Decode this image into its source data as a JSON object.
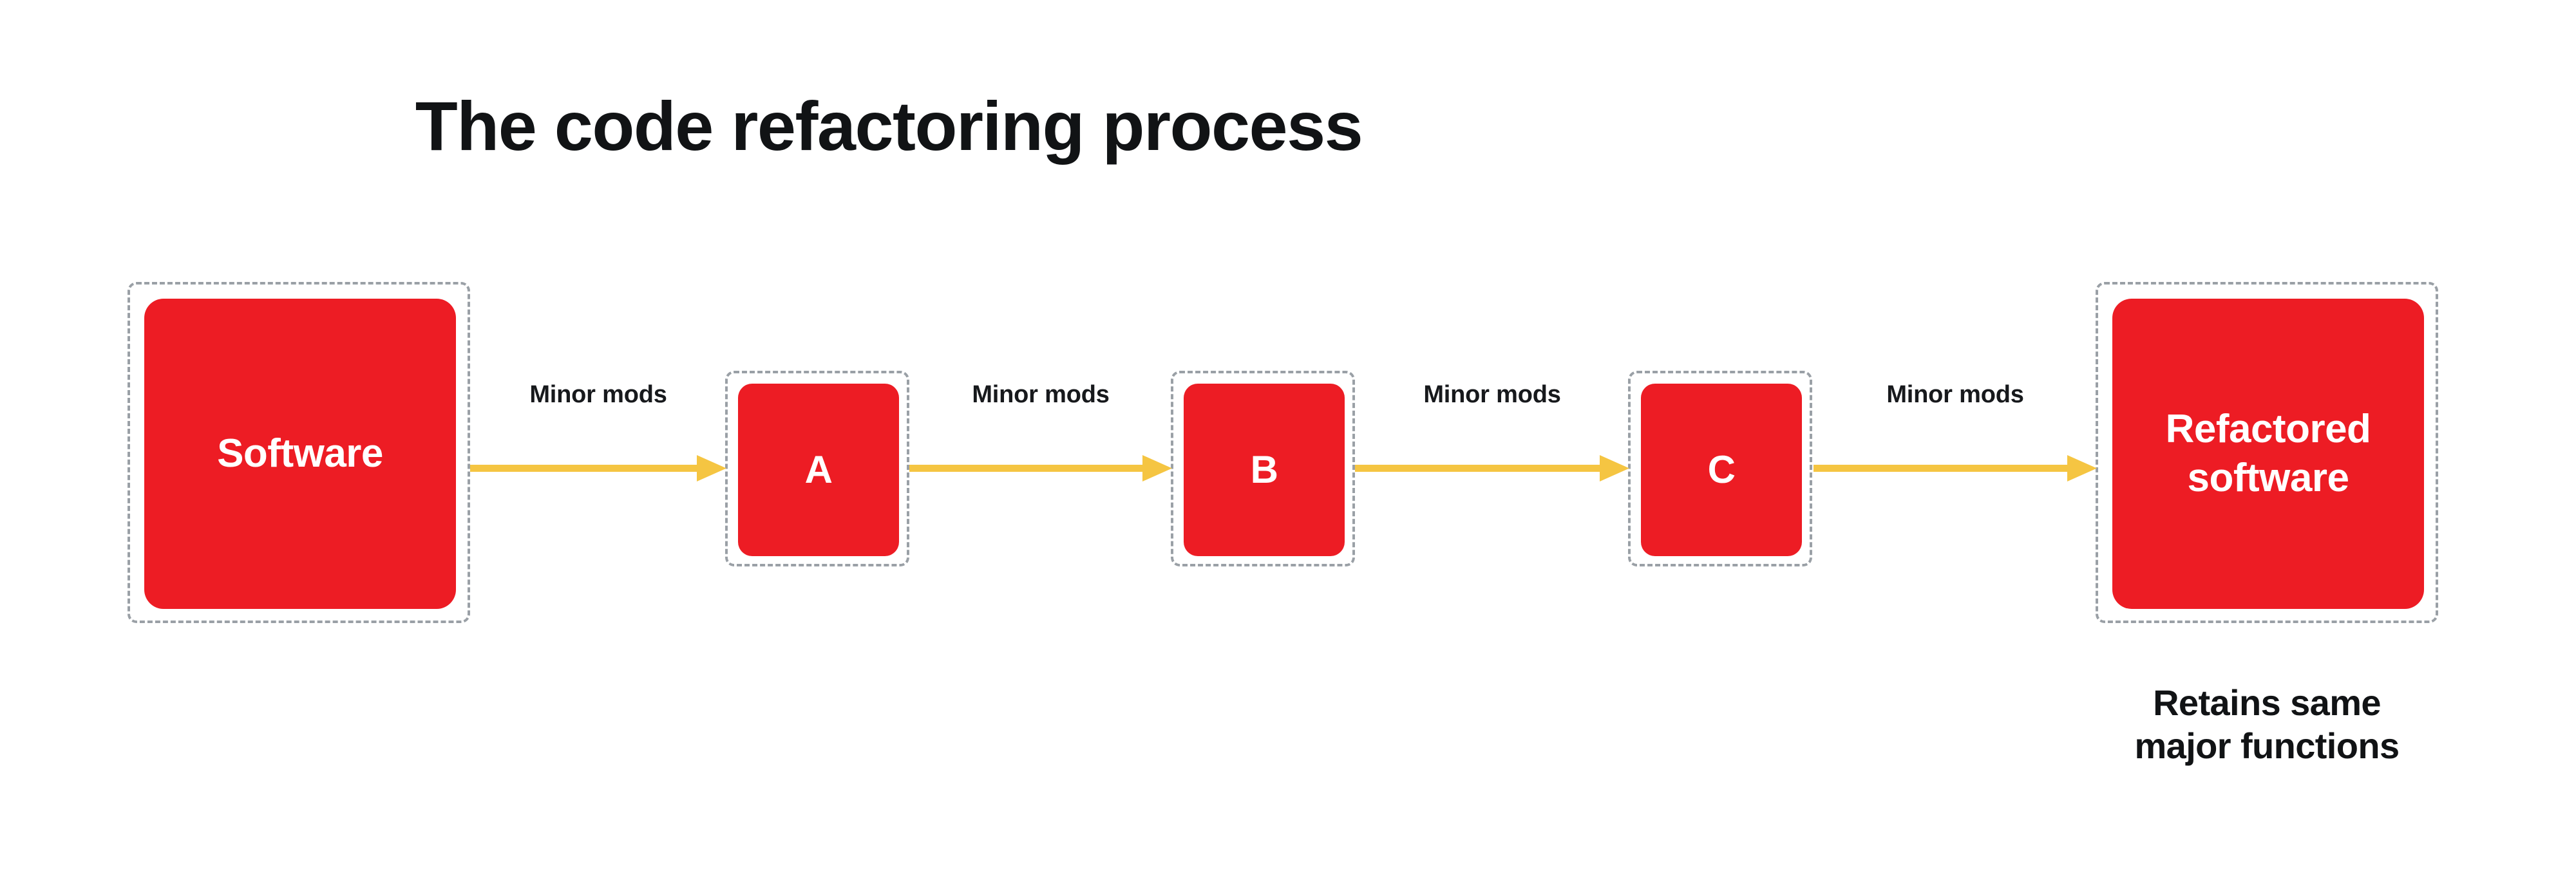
{
  "title": "The code refactoring process",
  "colors": {
    "node_fill": "#ED1C24",
    "node_text": "#ffffff",
    "dashed_border": "#9aa0a6",
    "arrow": "#F5C542",
    "text": "#111315",
    "background": "#ffffff"
  },
  "nodes": [
    {
      "id": "software",
      "label": "Software",
      "type": "terminal"
    },
    {
      "id": "a",
      "label": "A",
      "type": "step"
    },
    {
      "id": "b",
      "label": "B",
      "type": "step"
    },
    {
      "id": "c",
      "label": "C",
      "type": "step"
    },
    {
      "id": "refactored",
      "label": "Refactored\nsoftware",
      "type": "terminal"
    }
  ],
  "connectors": [
    {
      "id": "1",
      "label": "Minor mods",
      "from": "software",
      "to": "a"
    },
    {
      "id": "2",
      "label": "Minor mods",
      "from": "a",
      "to": "b"
    },
    {
      "id": "3",
      "label": "Minor mods",
      "from": "b",
      "to": "c"
    },
    {
      "id": "4",
      "label": "Minor mods",
      "from": "c",
      "to": "refactored"
    }
  ],
  "caption": "Retains same\nmajor functions"
}
